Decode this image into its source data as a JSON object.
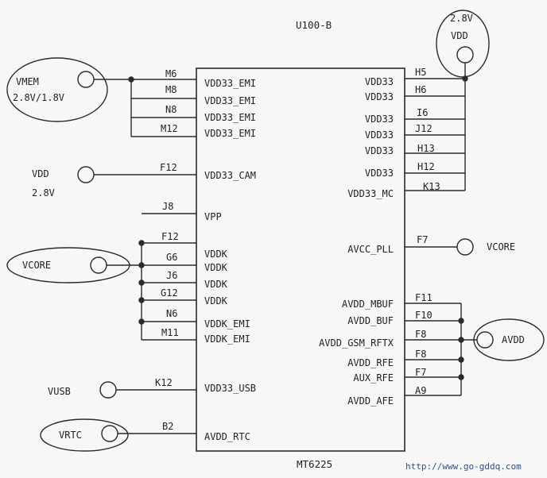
{
  "chip": {
    "ref": "U100-B",
    "part": "MT6225"
  },
  "left_signals": [
    {
      "id": "vdd33_emi_1",
      "label": "VDD33_EMI",
      "pin": "M6"
    },
    {
      "id": "vdd33_emi_2",
      "label": "VDD33_EMI",
      "pin": "M8"
    },
    {
      "id": "vdd33_emi_3",
      "label": "VDD33_EMI",
      "pin": "N8"
    },
    {
      "id": "vdd33_emi_4",
      "label": "VDD33_EMI",
      "pin": "M12"
    },
    {
      "id": "vdd33_cam",
      "label": "VDD33_CAM",
      "pin": "F12"
    },
    {
      "id": "vpp",
      "label": "VPP",
      "pin": "J8"
    },
    {
      "id": "vddk_1",
      "label": "VDDK",
      "pin": "F12"
    },
    {
      "id": "vddk_2",
      "label": "VDDK",
      "pin": "G6"
    },
    {
      "id": "vddk_3",
      "label": "VDDK",
      "pin": "J6"
    },
    {
      "id": "vddk_4",
      "label": "VDDK",
      "pin": "G12"
    },
    {
      "id": "vddk_emi_1",
      "label": "VDDK_EMI",
      "pin": "N6"
    },
    {
      "id": "vddk_emi_2",
      "label": "VDDK_EMI",
      "pin": "M11"
    },
    {
      "id": "vdd33_usb",
      "label": "VDD33_USB",
      "pin": "K12"
    },
    {
      "id": "avdd_rtc",
      "label": "AVDD_RTC",
      "pin": "B2"
    }
  ],
  "right_signals": [
    {
      "id": "vdd33_1",
      "label": "VDD33",
      "pin": "H5"
    },
    {
      "id": "vdd33_2",
      "label": "VDD33",
      "pin": "H6"
    },
    {
      "id": "vdd33_3",
      "label": "VDD33",
      "pin": "I6"
    },
    {
      "id": "vdd33_4",
      "label": "VDD33",
      "pin": "J12"
    },
    {
      "id": "vdd33_5",
      "label": "VDD33",
      "pin": "H13"
    },
    {
      "id": "vdd33_6",
      "label": "VDD33",
      "pin": "H12"
    },
    {
      "id": "vdd33_mc",
      "label": "VDD33_MC",
      "pin": "K13"
    },
    {
      "id": "avcc_pll",
      "label": "AVCC_PLL",
      "pin": "F7"
    },
    {
      "id": "avdd_mbuf",
      "label": "AVDD_MBUF",
      "pin": "F11"
    },
    {
      "id": "avdd_buf",
      "label": "AVDD_BUF",
      "pin": "F10"
    },
    {
      "id": "avdd_gsm_rftx",
      "label": "AVDD_GSM_RFTX",
      "pin": "F8"
    },
    {
      "id": "avdd_rfe",
      "label": "AVDD_RFE",
      "pin": "F8"
    },
    {
      "id": "aux_rfe",
      "label": "AUX_RFE",
      "pin": "F7"
    },
    {
      "id": "avdd_afe",
      "label": "AVDD_AFE",
      "pin": "A9"
    }
  ],
  "rails": {
    "vmem": {
      "name": "VMEM",
      "voltage": "2.8V/1.8V"
    },
    "vdd_cam": {
      "name": "VDD",
      "voltage": "2.8V"
    },
    "vdd_top": {
      "voltage": "2.8V",
      "name": "VDD"
    },
    "vcore_left": {
      "name": "VCORE"
    },
    "vcore_right": {
      "name": "VCORE"
    },
    "avdd": {
      "name": "AVDD"
    },
    "vusb": {
      "name": "VUSB"
    },
    "vrtc": {
      "name": "VRTC"
    }
  },
  "watermark": "http://www.go-gddq.com"
}
